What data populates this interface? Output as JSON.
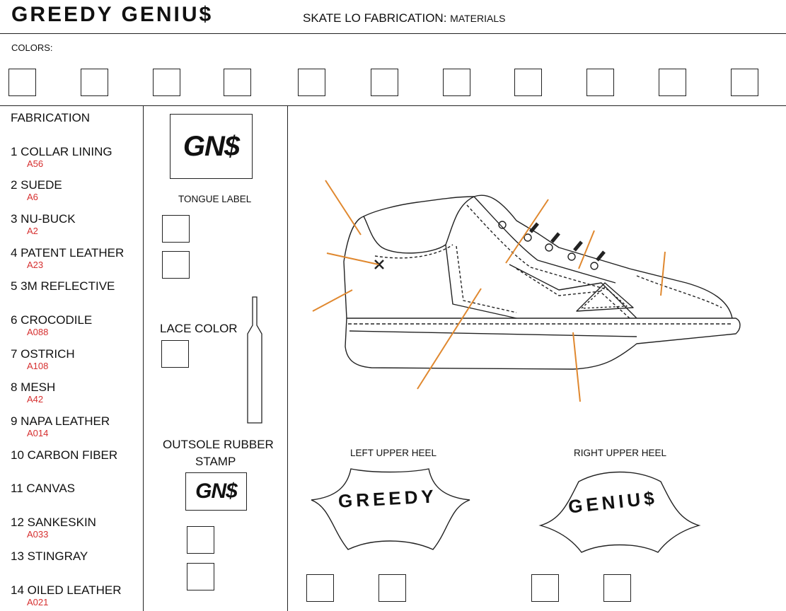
{
  "header": {
    "brand": "GREEDY GENIU$",
    "subtitle": "SKATE LO FABRICATION:",
    "subtitle_tail": "MATERIALS"
  },
  "colors_label": "COLORS:",
  "fabrication": {
    "title": "FABRICATION",
    "items": [
      {
        "name": "1 COLLAR LINING",
        "code": "A56"
      },
      {
        "name": "2 SUEDE",
        "code": "A6"
      },
      {
        "name": "3 NU-BUCK",
        "code": "A2"
      },
      {
        "name": "4 PATENT LEATHER",
        "code": "A23"
      },
      {
        "name": "5 3M REFLECTIVE",
        "code": ""
      },
      {
        "name": "6 CROCODILE",
        "code": "A088"
      },
      {
        "name": "7 OSTRICH",
        "code": "A108"
      },
      {
        "name": "8 MESH",
        "code": "A42"
      },
      {
        "name": "9 NAPA LEATHER",
        "code": "A014"
      },
      {
        "name": "10 CARBON FIBER",
        "code": ""
      },
      {
        "name": "11 CANVAS",
        "code": ""
      },
      {
        "name": "12 SANKESKIN",
        "code": "A033"
      },
      {
        "name": "13 STINGRAY",
        "code": ""
      },
      {
        "name": "14 OILED LEATHER",
        "code": "A021"
      }
    ]
  },
  "middle": {
    "logo_text": "GN$",
    "tongue_label": "TONGUE LABEL",
    "lace_color": "LACE COLOR",
    "outsole_label_1": "OUTSOLE RUBBER",
    "outsole_label_2": "STAMP",
    "stamp_text": "GN$"
  },
  "heels": {
    "left_label": "LEFT UPPER HEEL",
    "left_text": "GREEDY",
    "right_label": "RIGHT UPPER HEEL",
    "right_text": "GENIU$"
  },
  "accent_color": "#e0882f",
  "code_color": "#d62f2f"
}
